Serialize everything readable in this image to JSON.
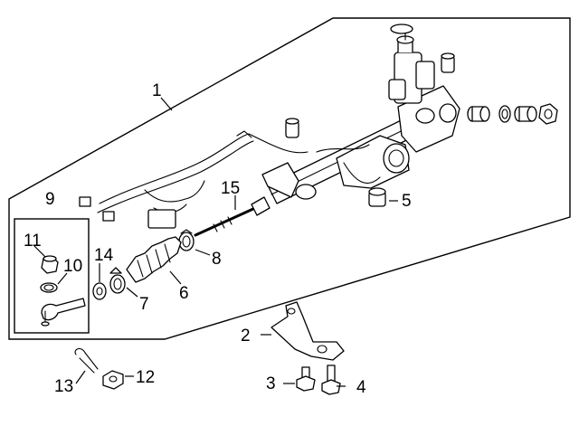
{
  "callouts": {
    "c1": "1",
    "c2": "2",
    "c3": "3",
    "c4": "4",
    "c5": "5",
    "c6": "6",
    "c7": "7",
    "c8": "8",
    "c9": "9",
    "c10": "10",
    "c11": "11",
    "c12": "12",
    "c13": "13",
    "c14": "14",
    "c15": "15"
  },
  "parts": [
    {
      "callout": "1",
      "icon": "steering-gear-assembly"
    },
    {
      "callout": "2",
      "icon": "mounting-bracket"
    },
    {
      "callout": "3",
      "icon": "bolt"
    },
    {
      "callout": "4",
      "icon": "bolt"
    },
    {
      "callout": "5",
      "icon": "bushing"
    },
    {
      "callout": "6",
      "icon": "boot"
    },
    {
      "callout": "7",
      "icon": "clamp"
    },
    {
      "callout": "8",
      "icon": "clamp"
    },
    {
      "callout": "9",
      "icon": "outer-tie-rod-kit"
    },
    {
      "callout": "10",
      "icon": "seal"
    },
    {
      "callout": "11",
      "icon": "nut"
    },
    {
      "callout": "12",
      "icon": "nut"
    },
    {
      "callout": "13",
      "icon": "cotter-pin"
    },
    {
      "callout": "14",
      "icon": "jam-nut"
    },
    {
      "callout": "15",
      "icon": "inner-tie-rod"
    }
  ]
}
